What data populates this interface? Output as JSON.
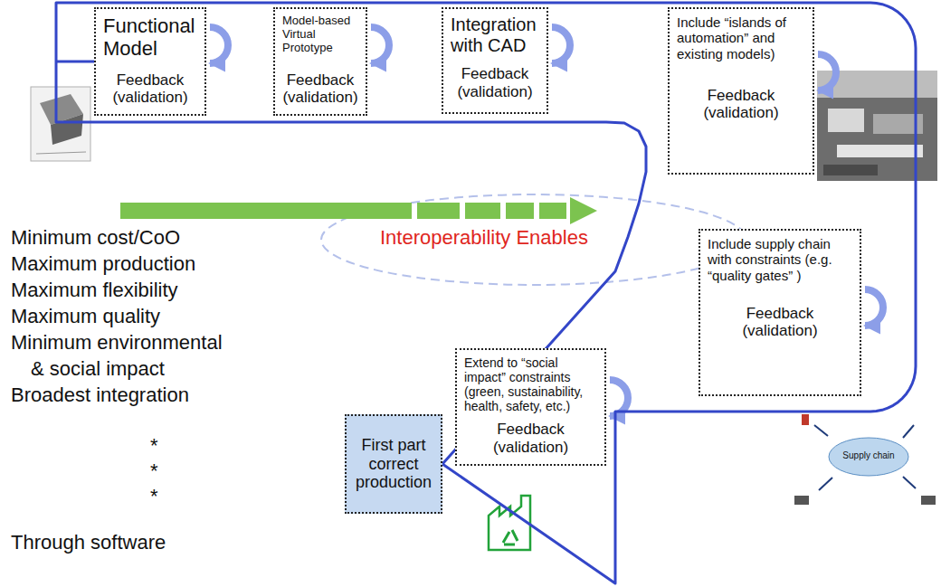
{
  "diagram": {
    "nodes": [
      {
        "text": [
          "Functional Model",
          "Feedback (validation)"
        ]
      },
      {
        "text": [
          "Model-based Virtual Prototype",
          "Feedback (validation)"
        ]
      },
      {
        "text": [
          "Integration with CAD",
          "Feedback (validation)"
        ]
      },
      {
        "text": [
          "Include “islands of automation” and existing models)",
          "Feedback (validation)"
        ]
      },
      {
        "text": [
          "Include supply chain with constraints (e.g. “quality gates” )",
          "Feedback (validation)"
        ]
      },
      {
        "text": [
          "Extend to “social impact” constraints (green, sustainability, health, safety, etc.)",
          "Feedback (validation)"
        ]
      },
      {
        "text": [
          "First part correct production"
        ]
      }
    ],
    "edges": [
      {
        "from": 0,
        "to": 6,
        "arrow": "to"
      }
    ],
    "labels": [
      "Interoperability Enables",
      "Minimum cost/CoO",
      "Maximum production",
      "Maximum flexibility",
      "Maximum quality",
      "Minimum environmental & social impact",
      "Broadest integration",
      "*",
      "*",
      "*",
      "Through software",
      "Supply chain"
    ]
  }
}
